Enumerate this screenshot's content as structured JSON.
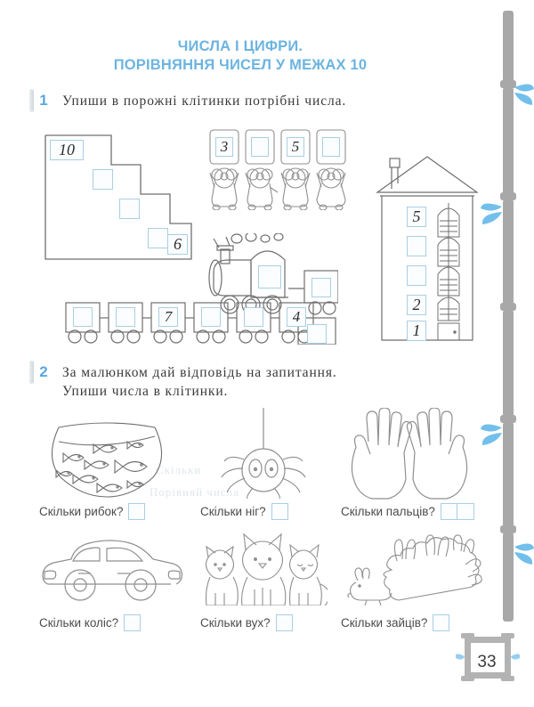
{
  "page": {
    "title_line1": "ЧИСЛА І ЦИФРИ.",
    "title_line2": "ПОРІВНЯННЯ ЧИСЕЛ У МЕЖАХ 10",
    "page_number": "33",
    "accent_color": "#6cb4e0",
    "box_border_color": "#a8cfe4",
    "ghost_text_1": "Скільки",
    "ghost_text_2": "Порівняй числа"
  },
  "tasks": [
    {
      "number": "1",
      "line1": "Упиши в порожні клітинки потрібні числа.",
      "line2": ""
    },
    {
      "number": "2",
      "line1": "За малюнком дай відповідь на запитання.",
      "line2": "Упиши числа в клітинки."
    }
  ],
  "stairs": {
    "name": "staircase-diagram",
    "boxes": [
      "10",
      "",
      "",
      "",
      "6"
    ]
  },
  "bears": {
    "name": "bears-with-signs",
    "count": 4,
    "signs": [
      "3",
      "",
      "5",
      ""
    ]
  },
  "house": {
    "name": "house-with-floor-numbers",
    "boxes": [
      "5",
      "",
      "",
      "2",
      "1"
    ]
  },
  "train": {
    "name": "train-with-wagons",
    "locomotive_box": "",
    "upper_wagons": [
      "",
      ""
    ],
    "lower_wagons": [
      "",
      "",
      "7",
      "",
      "",
      "4"
    ]
  },
  "questions": [
    {
      "picture": "fishbowl-with-fish",
      "label": "Скільки рибок?",
      "boxes": 1
    },
    {
      "picture": "spider-on-thread",
      "label": "Скільки ніг?",
      "boxes": 1
    },
    {
      "picture": "two-open-hands",
      "label": "Скільки пальців?",
      "boxes": 2
    },
    {
      "picture": "car-side-view",
      "label": "Скільки коліс?",
      "boxes": 1
    },
    {
      "picture": "three-cats",
      "label": "Скільки вух?",
      "boxes": 1
    },
    {
      "picture": "bush-with-rabbits",
      "label": "Скільки зайців?",
      "boxes": 1
    }
  ],
  "decoration": {
    "bamboo_stalk_color": "#a8a8a8",
    "bamboo_leaf_color": "#5ab4e8"
  }
}
